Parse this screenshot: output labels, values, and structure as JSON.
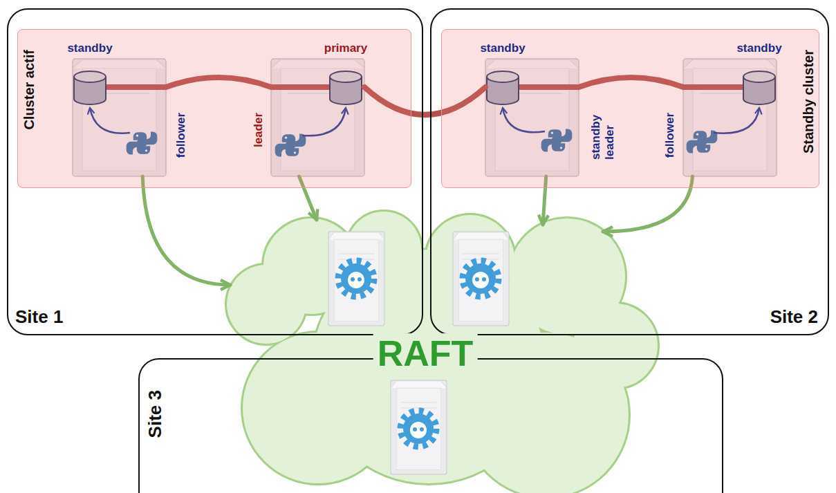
{
  "diagram": {
    "nodes": [
      {
        "text": [
          "Site 1"
        ]
      },
      {
        "text": [
          "Site 2"
        ]
      },
      {
        "text": [
          "Site 3"
        ]
      },
      {
        "text": [
          "Cluster actif"
        ],
        "in": 0
      },
      {
        "text": [
          "Standby cluster"
        ],
        "in": 1
      },
      {
        "text": [
          "standby",
          "follower"
        ],
        "in": 3
      },
      {
        "text": [
          "primary",
          "leader"
        ],
        "in": 3
      },
      {
        "text": [
          "standby",
          "standby leader"
        ],
        "in": 4
      },
      {
        "text": [
          "standby",
          "follower"
        ],
        "in": 4
      },
      {
        "text": [
          "RAFT"
        ]
      }
    ],
    "edges": [
      {
        "from": 5,
        "to": 6,
        "arrow": "none"
      },
      {
        "from": 6,
        "to": 7,
        "arrow": "none"
      },
      {
        "from": 7,
        "to": 8,
        "arrow": "none"
      },
      {
        "from": 5,
        "to": 9,
        "arrow": "to"
      },
      {
        "from": 6,
        "to": 9,
        "arrow": "to"
      },
      {
        "from": 7,
        "to": 9,
        "arrow": "to"
      },
      {
        "from": 8,
        "to": 9,
        "arrow": "to"
      }
    ]
  }
}
